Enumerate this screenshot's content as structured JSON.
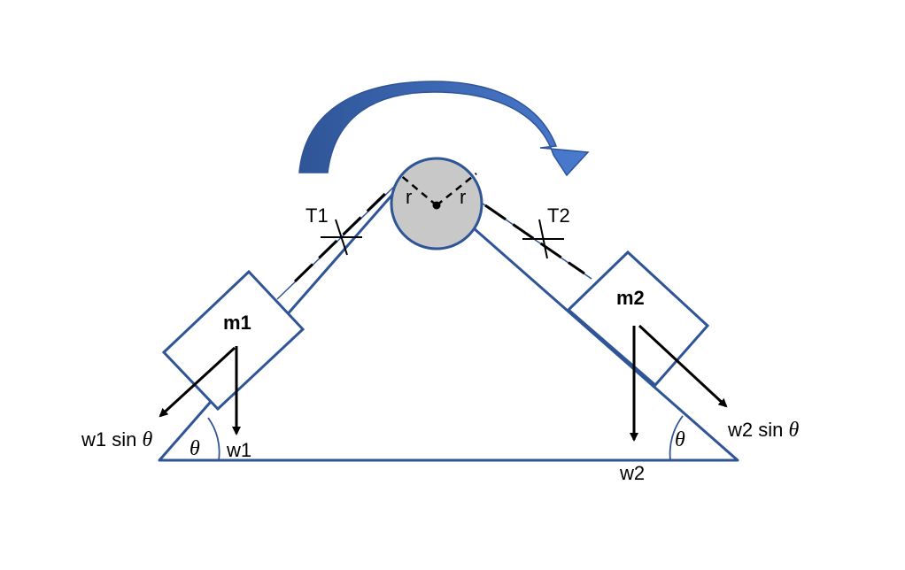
{
  "diagram": {
    "mass_left": "m1",
    "mass_right": "m2",
    "tension_left": "T1",
    "tension_right": "T2",
    "radius_left": "r",
    "radius_right": "r",
    "weight_left": "w1",
    "weight_right": "w2",
    "component_left_prefix": "w1 sin ",
    "component_right_prefix": "w2 sin ",
    "angle_symbol": "θ"
  },
  "colors": {
    "outline": "#2f5597",
    "arrow_fill": "#4472c4",
    "pulley_fill": "#c8c8c8",
    "vector": "#000000"
  }
}
